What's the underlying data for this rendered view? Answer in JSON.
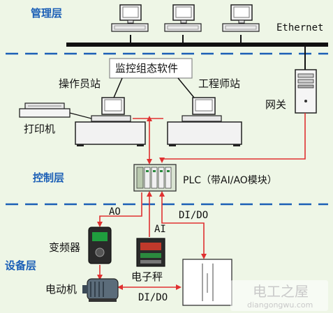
{
  "layers": {
    "management": "管理层",
    "control": "控制层",
    "device": "设备层"
  },
  "network": {
    "ethernet": "Ethernet"
  },
  "software": {
    "scada": "监控组态软件"
  },
  "stations": {
    "operator": "操作员站",
    "engineer": "工程师站"
  },
  "devices": {
    "printer": "打印机",
    "gateway": "网关",
    "plc": "PLC（带AI/AO模块）",
    "inverter": "变频器",
    "scale": "电子秤",
    "motor": "电动机"
  },
  "signals": {
    "ao": "AO",
    "ai": "AI",
    "dido_top": "DI/DO",
    "dido_bottom": "DI/DO"
  },
  "watermark": {
    "title": "电工之屋",
    "url": "diangongwu.com"
  },
  "colors": {
    "layer_text": "#1b5fb6",
    "signal_line": "#e03030",
    "bus": "#111111",
    "divider": "#1b5fb6"
  }
}
